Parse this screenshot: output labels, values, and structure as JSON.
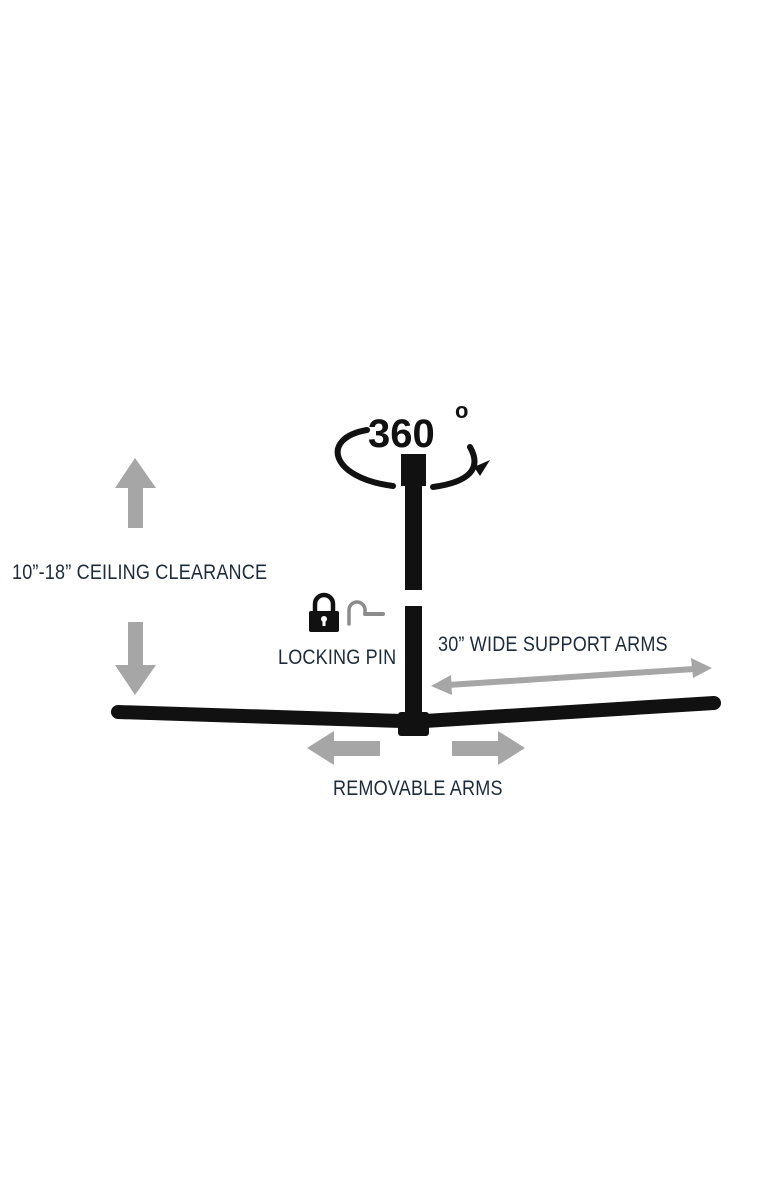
{
  "rotation": {
    "value": "360",
    "unit": "o"
  },
  "labels": {
    "ceiling_clearance": "10”-18” CEILING CLEARANCE",
    "locking_pin": "LOCKING PIN",
    "support_arms": "30” WIDE SUPPORT ARMS",
    "removable_arms": "REMOVABLE ARMS"
  },
  "colors": {
    "bar": "#111111",
    "arrow": "#a6a6a6",
    "text": "#1e2b3b",
    "background": "#ffffff",
    "hook": "#8c8c8c"
  },
  "icons": {
    "lock": "padlock-icon",
    "pin": "hook-pin-icon",
    "rotation": "rotation-arrow-icon"
  }
}
